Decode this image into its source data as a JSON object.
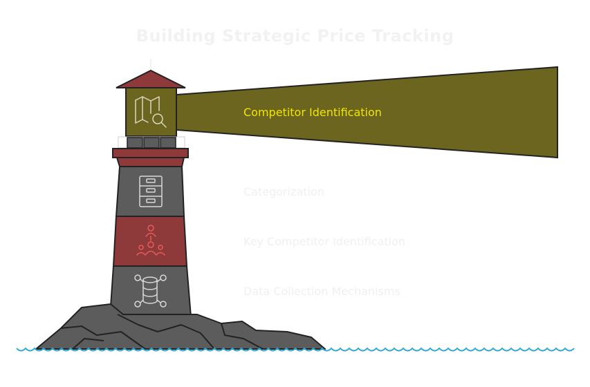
{
  "title": "Building Strategic Price Tracking",
  "beam_label": "Competitor Identification",
  "sections": [
    {
      "label": "Categorization",
      "icon": "file-cabinet-icon"
    },
    {
      "label": "Key Competitor Identification",
      "icon": "people-hierarchy-icon"
    },
    {
      "label": "Data Collection Mechanisms",
      "icon": "database-network-icon"
    }
  ],
  "lantern_icon": "map-search-icon",
  "colors": {
    "beam": "#6b6520",
    "beam_text": "#f2e600",
    "tower": "#5c5c5c",
    "band": "#8f3a3a",
    "roof": "#8f3a3a",
    "rocks": "#5c5c5c",
    "water": "#2aa7d6",
    "faded_text": "#f0f0f0"
  }
}
